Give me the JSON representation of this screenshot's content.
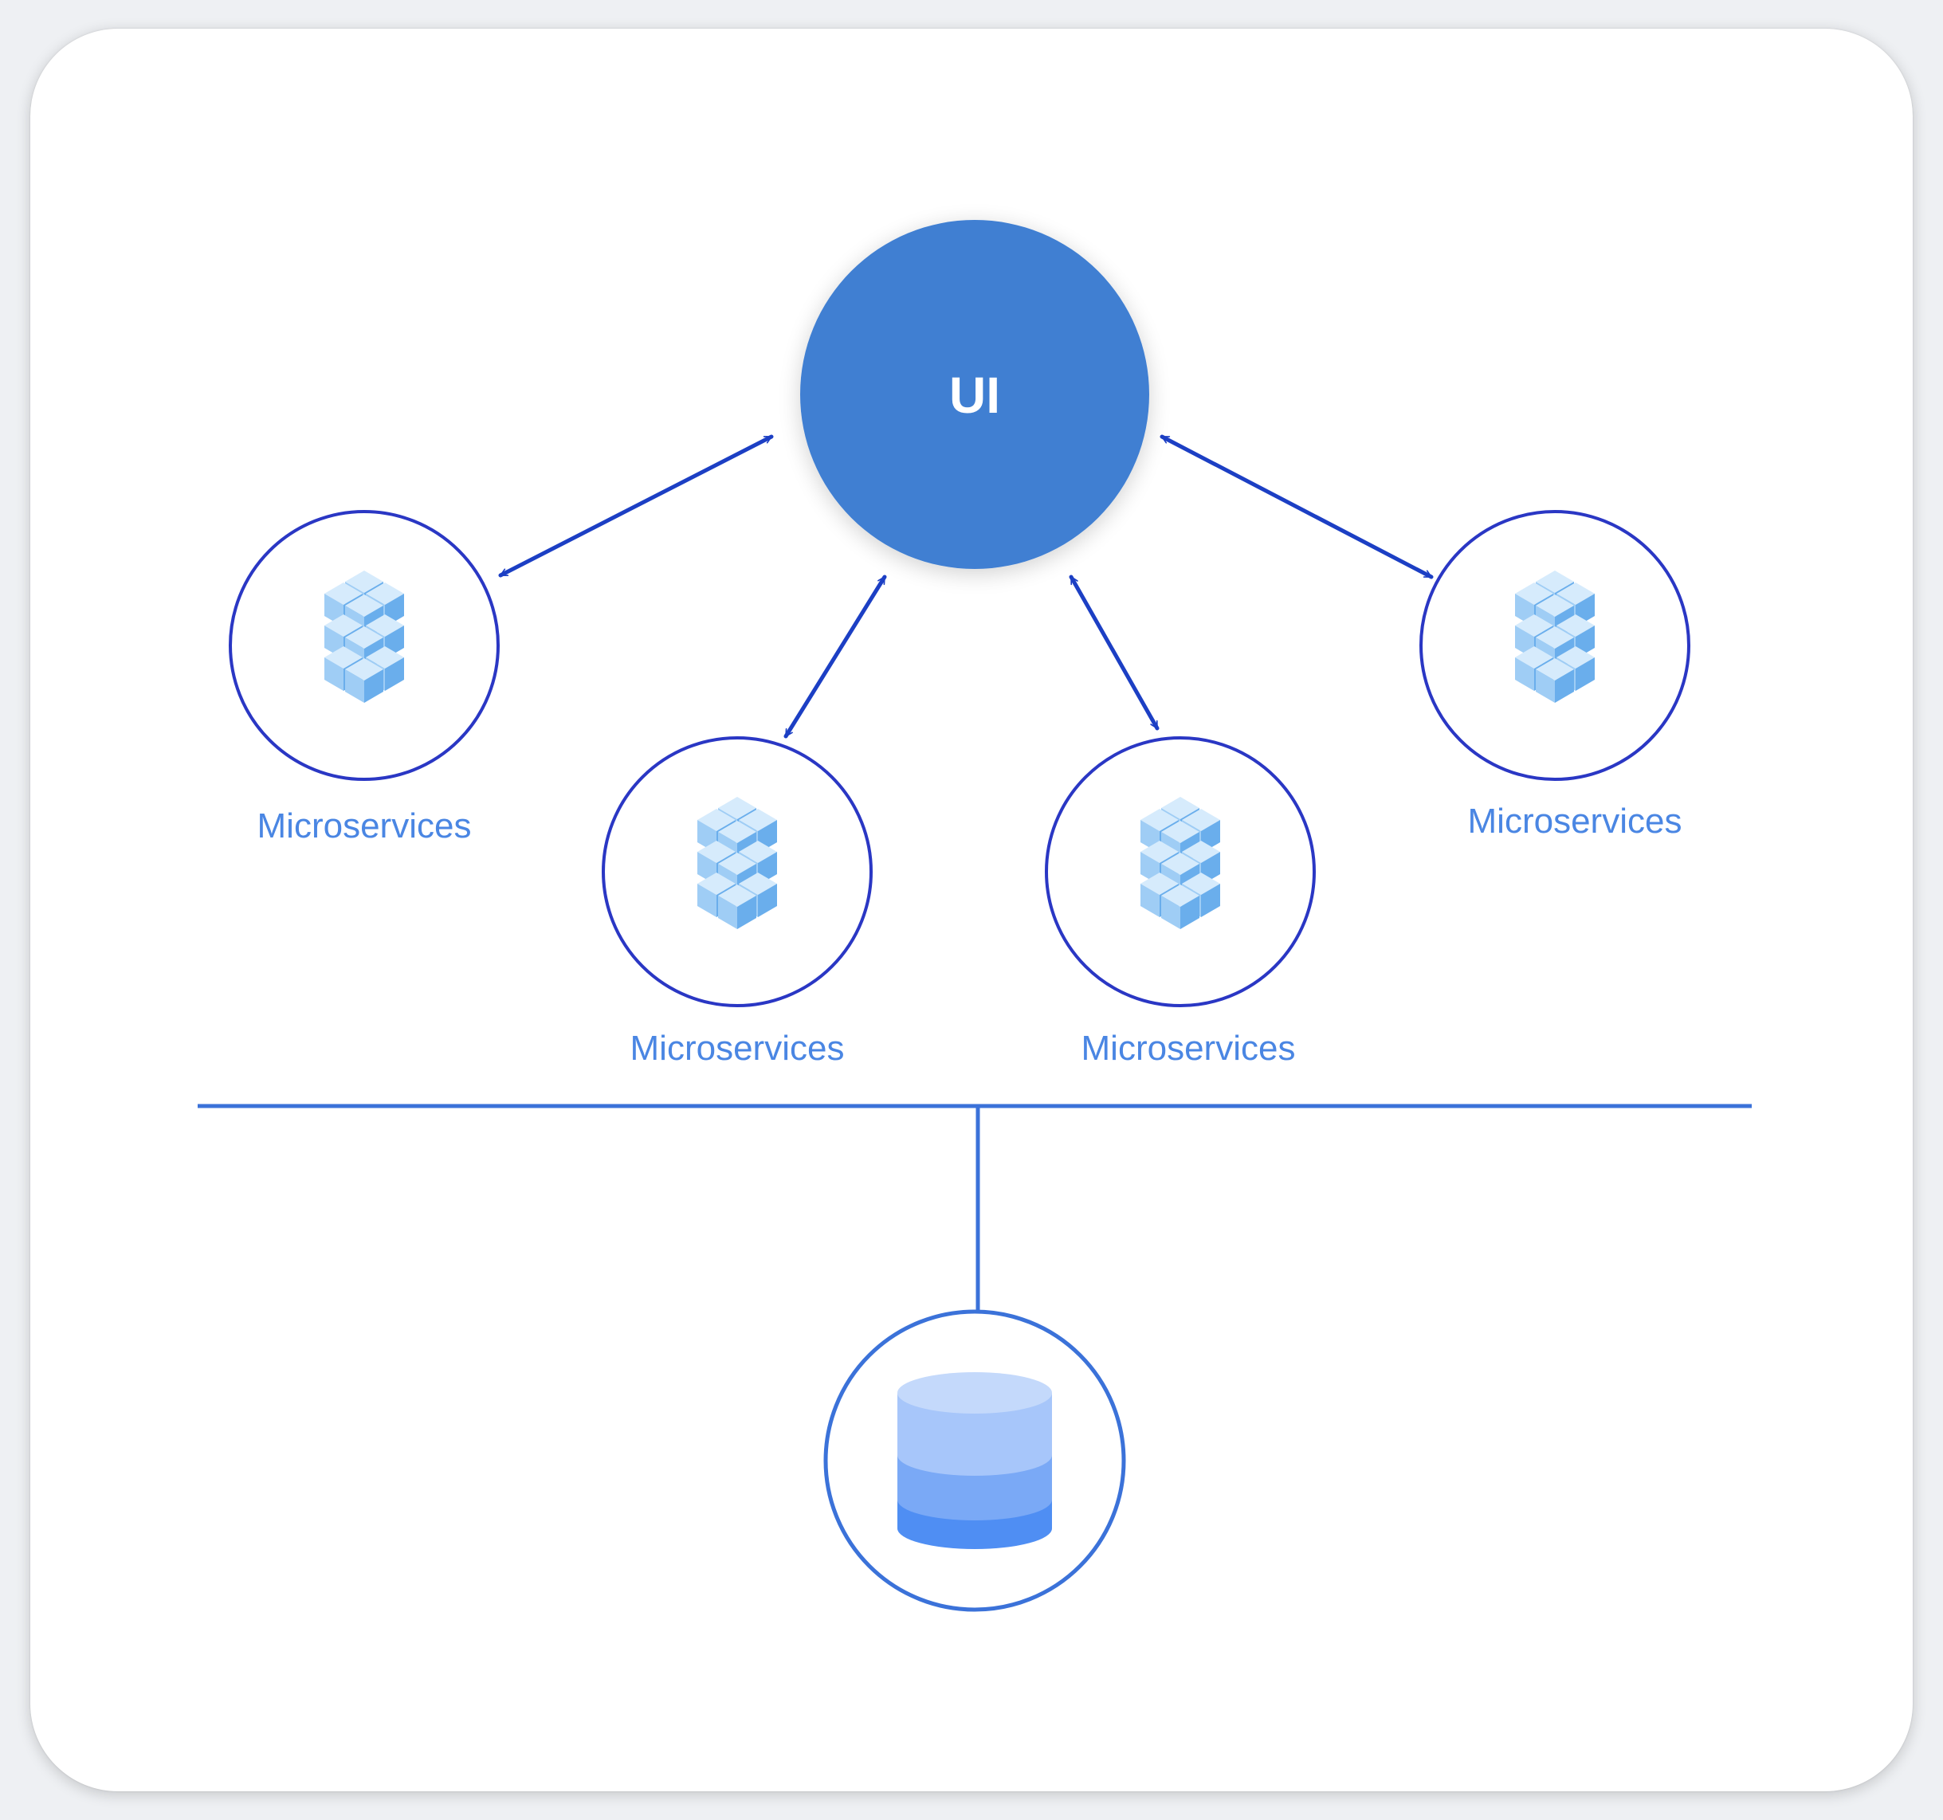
{
  "colors": {
    "background": "#ffffff",
    "ui_node_fill": "#3f7fd2",
    "arrow": "#1c3fc4",
    "ring": "#2a37c4",
    "bus_line": "#3b72d9",
    "label": "#4a86e3",
    "cube_light": "#cfe6fb",
    "cube_mid": "#9ccaf4",
    "cube_dark": "#63a9ea",
    "db_top": "#c4d9fb",
    "db_layer1": "#a7c6fa",
    "db_layer2": "#7aa9f6",
    "db_layer3": "#4f8ef3"
  },
  "ui_node": {
    "label": "UI"
  },
  "services": [
    {
      "label": "Microservices",
      "icon": "cube-stack-icon"
    },
    {
      "label": "Microservices",
      "icon": "cube-stack-icon"
    },
    {
      "label": "Microservices",
      "icon": "cube-stack-icon"
    },
    {
      "label": "Microservices",
      "icon": "cube-stack-icon"
    }
  ],
  "database": {
    "icon": "database-icon"
  }
}
